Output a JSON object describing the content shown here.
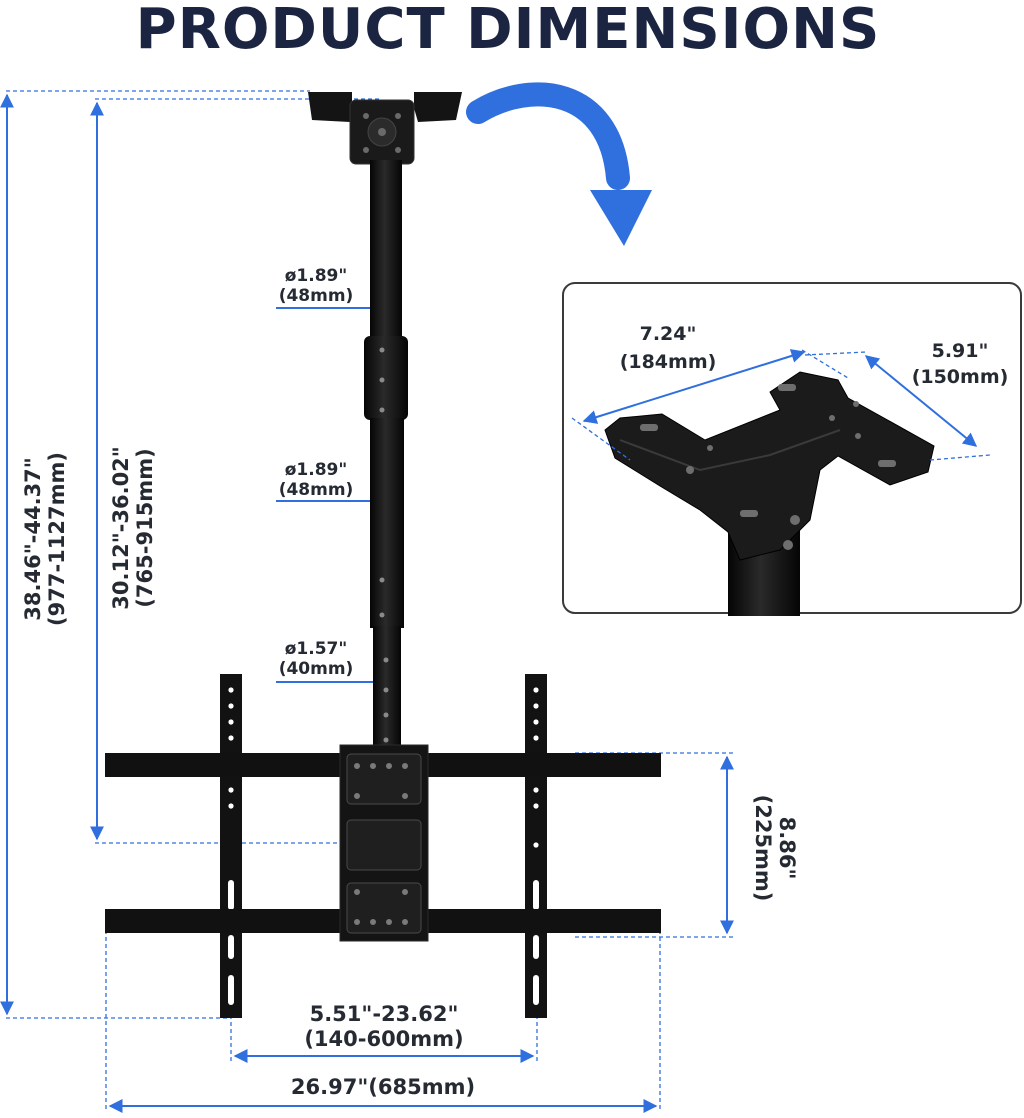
{
  "title": "PRODUCT DIMENSIONS",
  "colors": {
    "accent": "#2f6fde",
    "title": "#1b2440",
    "metal": "#111111",
    "panel_border": "#3a3a3a"
  },
  "labels": {
    "total_height": "38.46\"-44.37\"",
    "total_height_mm": "(977-1127mm)",
    "pole_height": "30.12\"-36.02\"",
    "pole_height_mm": "(765-915mm)",
    "dia_top": "ø1.89\"",
    "dia_top_mm": "(48mm)",
    "dia_mid": "ø1.89\"",
    "dia_mid_mm": "(48mm)",
    "dia_low": "ø1.57\"",
    "dia_low_mm": "(40mm)",
    "bar_spacing": "8.86\"",
    "bar_spacing_mm": "(225mm)",
    "arm_spacing": "5.51\"-23.62\"",
    "arm_spacing_mm": "(140-600mm)",
    "total_width": "26.97\"(685mm)",
    "plate_length": "7.24\"",
    "plate_length_mm": "(184mm)",
    "plate_width": "5.91\"",
    "plate_width_mm": "(150mm)"
  }
}
